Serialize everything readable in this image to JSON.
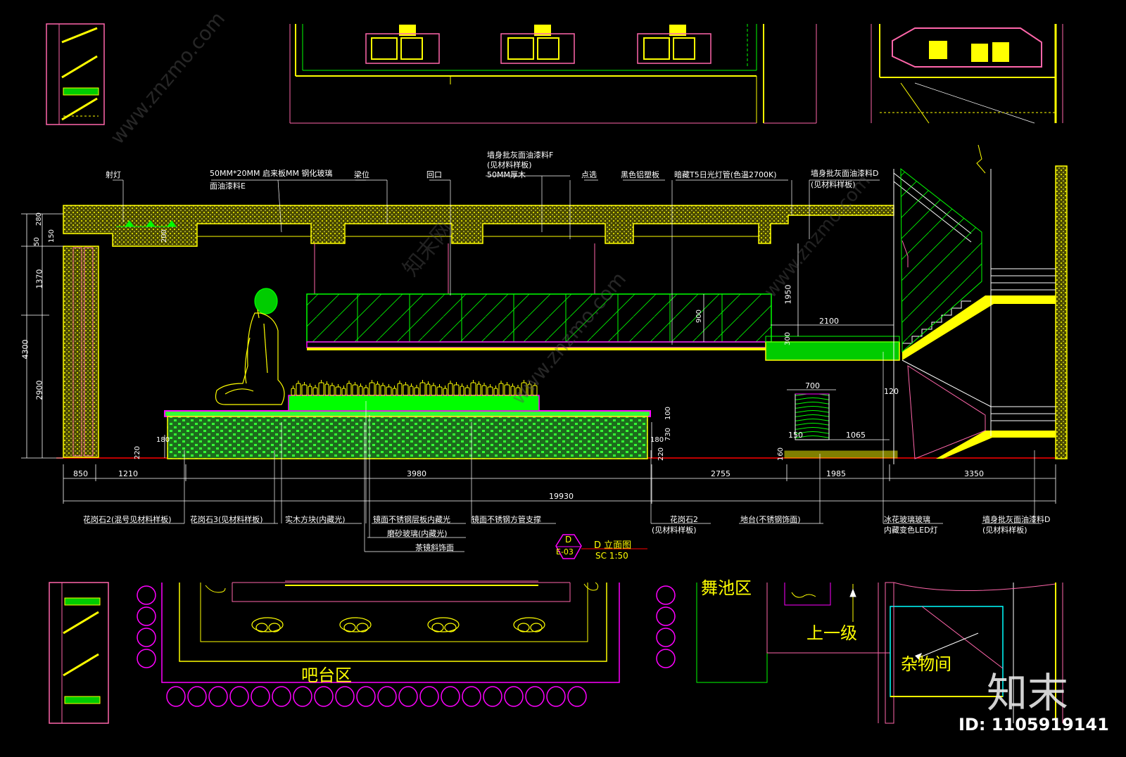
{
  "drawing": {
    "title": "D 立面图",
    "scale": "SC 1:50",
    "tag_top": "D",
    "tag_bottom": "E-03"
  },
  "top_notes": [
    {
      "text": "射灯"
    },
    {
      "text": "50MM*20MM 启来板MM 钢化玻璃"
    },
    {
      "text": "面油漆料E"
    },
    {
      "text": "梁位"
    },
    {
      "text": "回口"
    },
    {
      "text": "墙身批灰面油漆料F"
    },
    {
      "text": "(见材料样板)"
    },
    {
      "text": "50MM厚木"
    },
    {
      "text": "点选"
    },
    {
      "text": "黑色铝塑板"
    },
    {
      "text": "暗藏T5日光灯管(色温2700K)"
    },
    {
      "text": "墙身批灰面油漆料D"
    },
    {
      "text": "(见材料样板)"
    }
  ],
  "bottom_notes": [
    {
      "text": "花岗石2(混号见材料样板)"
    },
    {
      "text": "花岗石3(见材料样板)"
    },
    {
      "text": "实木方块(内藏光)"
    },
    {
      "text": "镜面不锈钢层板内藏光"
    },
    {
      "text": "磨砂玻璃(内藏光)"
    },
    {
      "text": "镜面不锈钢方管支撑"
    },
    {
      "text": "茶镜斜饰面"
    },
    {
      "text": "花岗石2"
    },
    {
      "text": "(见材料样板)"
    },
    {
      "text": "地台(不锈钢饰面)"
    },
    {
      "text": "冰花玻璃玻璃"
    },
    {
      "text": "内藏变色LED灯"
    },
    {
      "text": "墙身批灰面油漆料D"
    },
    {
      "text": "(见材料样板)"
    }
  ],
  "dimensions": {
    "horizontal_segments": [
      "850",
      "1210",
      "3980",
      "2755",
      "1985",
      "3350"
    ],
    "total": "19930",
    "vertical_left": [
      "280",
      "50",
      "150",
      "1370",
      "4300",
      "2900"
    ],
    "misc": [
      "200",
      "1950",
      "900",
      "2100",
      "300",
      "700",
      "150",
      "1065",
      "120",
      "160",
      "220",
      "180",
      "180",
      "220",
      "730",
      "100"
    ]
  },
  "zones": [
    {
      "text": "舞池区"
    },
    {
      "text": "上一级"
    },
    {
      "text": "吧台区"
    },
    {
      "text": "杂物间"
    }
  ],
  "watermark": {
    "logo": "知末",
    "id": "ID: 1105919141",
    "site": "www.znzmo.com",
    "site2": "知末网"
  },
  "colors": {
    "background": "#000000",
    "wall": "#ffff00",
    "glass": "#00ff00",
    "magenta": "#ff00ff",
    "cyan": "#00ffff",
    "floor": "#ff0000",
    "white": "#ffffff",
    "pink": "#ff66aa"
  }
}
